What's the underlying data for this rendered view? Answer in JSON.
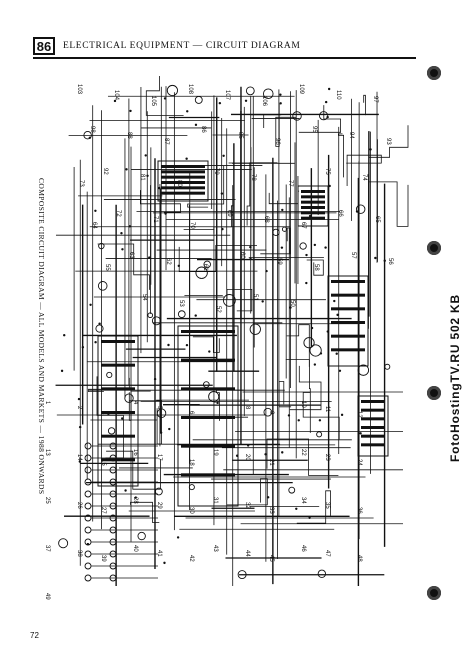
{
  "header": {
    "page_badge": "86",
    "title": "ELECTRICAL EQUIPMENT — CIRCUIT DIAGRAM"
  },
  "diagram": {
    "caption": "COMPOSITE CIRCUIT DIAGRAM — ALL MODELS AND MARKETS — 1988 ONWARDS",
    "labels_top": [
      "103",
      "104",
      "105",
      "108",
      "107",
      "106",
      "109",
      "110",
      "97",
      "98",
      "88",
      "87",
      "86",
      "85",
      "96",
      "95",
      "94",
      "93",
      "92",
      "81",
      "80",
      "79",
      "78",
      "77",
      "75",
      "74",
      "73",
      "72",
      "71",
      "70",
      "69",
      "68",
      "67",
      "66",
      "65",
      "64",
      "63",
      "62",
      "61",
      "60",
      "59",
      "58",
      "57",
      "56",
      "55",
      "54",
      "53",
      "52",
      "51",
      "50"
    ],
    "labels_bottom": [
      "1",
      "2",
      "3",
      "4",
      "5",
      "6",
      "7",
      "8",
      "9",
      "10",
      "11",
      "12",
      "13",
      "14",
      "15",
      "16",
      "17",
      "18",
      "19",
      "20",
      "21",
      "22",
      "23",
      "24",
      "25",
      "26",
      "27",
      "28",
      "29",
      "30",
      "31",
      "32",
      "33",
      "34",
      "35",
      "36",
      "37",
      "38",
      "39",
      "40",
      "41",
      "42",
      "43",
      "44",
      "45",
      "46",
      "47",
      "48",
      "49"
    ]
  },
  "watermark": "FotoHostingTV.RU 502 KB",
  "page_number": "72"
}
